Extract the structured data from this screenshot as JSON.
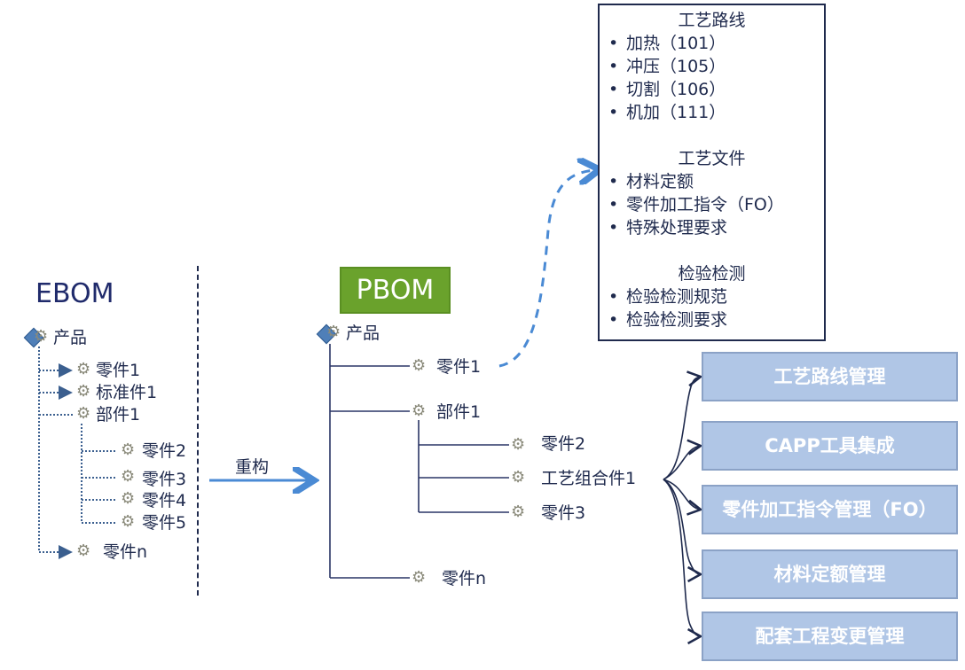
{
  "ebom": {
    "title": "EBOM",
    "root": "产品",
    "items": [
      "零件1",
      "标准件1",
      "部件1",
      "零件2",
      "零件3",
      "零件4",
      "零件5",
      "零件n"
    ]
  },
  "restructure_label": "重构",
  "pbom": {
    "title": "PBOM",
    "root": "产品",
    "items": [
      "零件1",
      "部件1",
      "零件2",
      "工艺组合件1",
      "零件3",
      "零件n"
    ]
  },
  "info_box": {
    "sections": [
      {
        "title": "工艺路线",
        "items": [
          "加热（101）",
          "冲压（105）",
          "切割（106）",
          "机加（111）"
        ]
      },
      {
        "title": "工艺文件",
        "items": [
          "材料定额",
          "零件加工指令（FO）",
          "特殊处理要求"
        ]
      },
      {
        "title": "检验检测",
        "items": [
          "检验检测规范",
          "检验检测要求"
        ]
      }
    ]
  },
  "management_boxes": [
    "工艺路线管理",
    "CAPP工具集成",
    "零件加工指令管理（FO）",
    "材料定额管理",
    "配套工程变更管理"
  ],
  "colors": {
    "pbom_green": "#6aa22c",
    "manage_box_fill": "#b0c6e6",
    "arrow_blue": "#4a8ad4",
    "line_navy": "#1f2a4d"
  }
}
